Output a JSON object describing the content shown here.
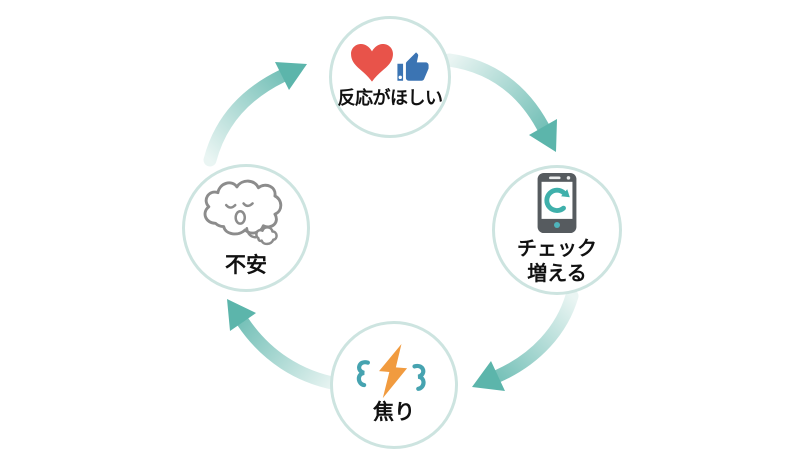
{
  "diagram": {
    "type": "cycle",
    "direction": "clockwise",
    "background": "#ffffff",
    "nodes": {
      "top": {
        "label": "反応がほしい",
        "icon": "heart-and-thumbs-up"
      },
      "right": {
        "label_line1": "チェック",
        "label_line2": "増える",
        "icon": "smartphone-refresh"
      },
      "bottom": {
        "label": "焦り",
        "icon": "stress-lightning"
      },
      "left": {
        "label": "不安",
        "icon": "sighing-cloud"
      }
    },
    "flow": [
      "top",
      "right",
      "bottom",
      "left"
    ],
    "colors": {
      "circle_border": "#cde4e0",
      "arrow_head_teal": "#5cb5ab",
      "arrow_tail_pale": "#eaf5f3",
      "heart_red": "#e8534a",
      "thumb_blue": "#3b74b3",
      "phone_body_gray": "#565b5f",
      "refresh_teal": "#3fb0ab",
      "home_button_teal": "#4fb4bb",
      "bolt_orange": "#f19b3f",
      "squiggle_teal": "#46a3b0",
      "cloud_gray": "#8c8c8c",
      "label_color": "#111111"
    }
  }
}
